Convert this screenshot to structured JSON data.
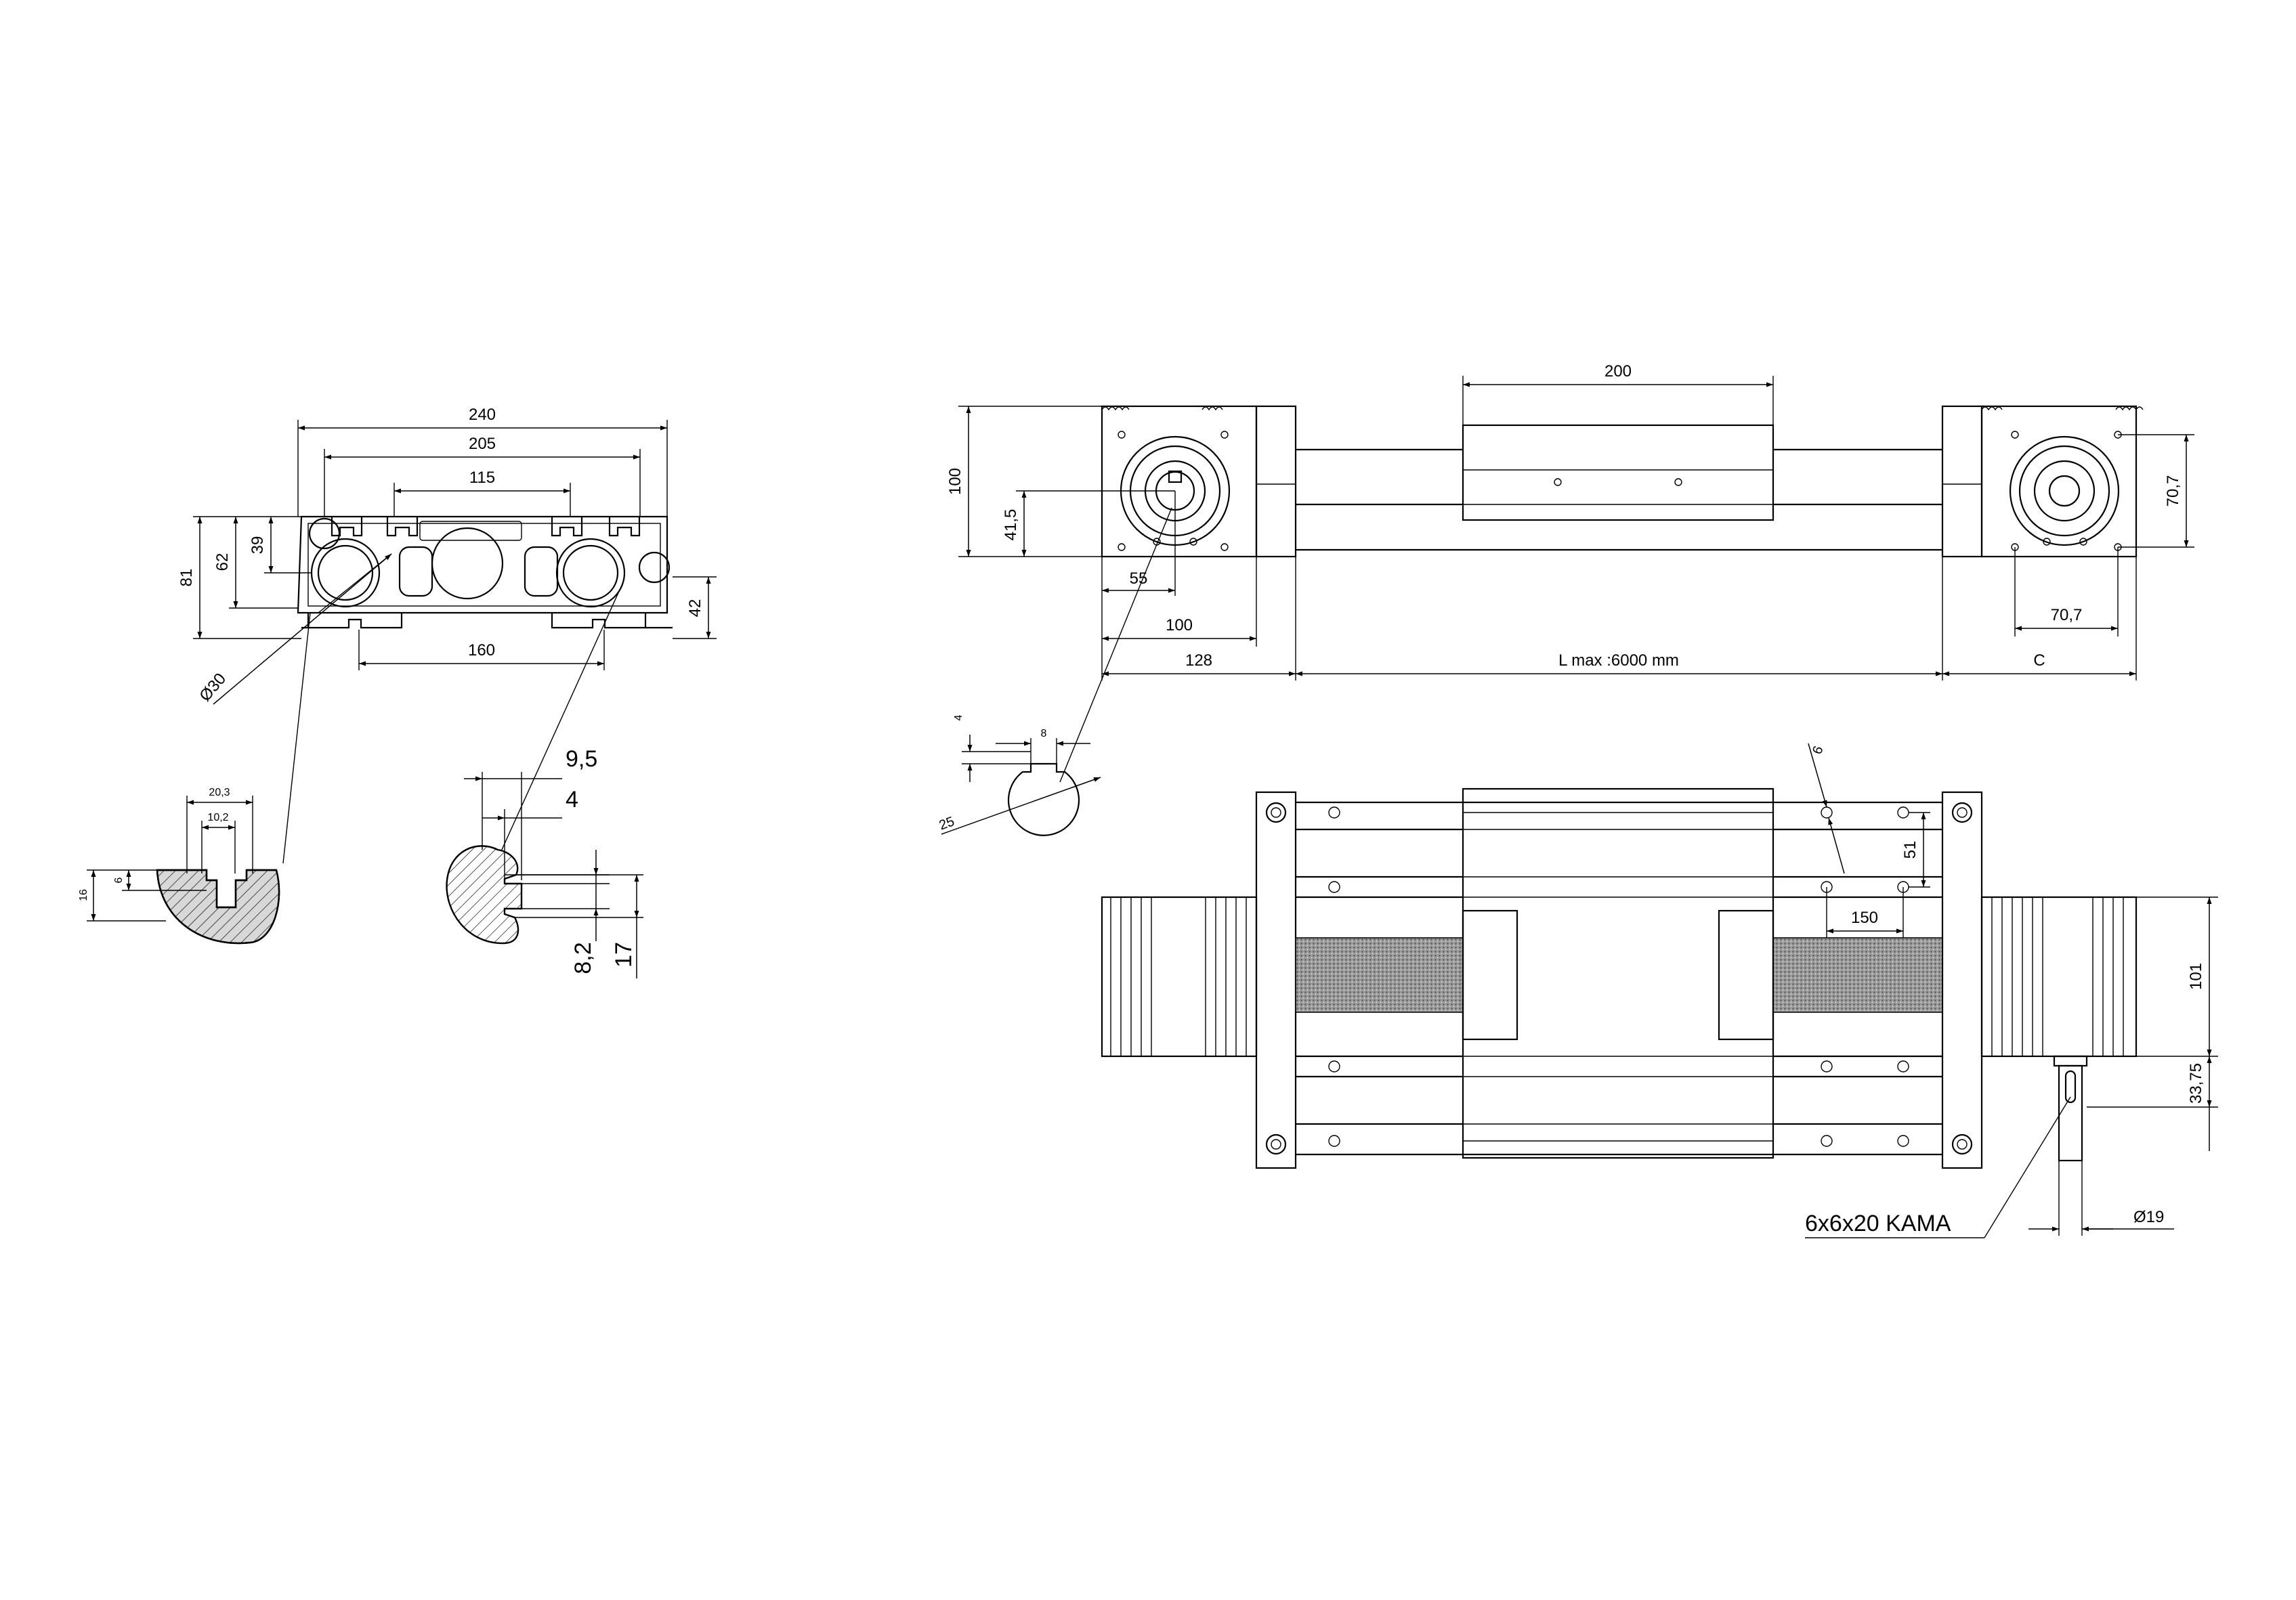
{
  "profile_section": {
    "width_240": "240",
    "width_205": "205",
    "width_115": "115",
    "height_81": "81",
    "height_62": "62",
    "height_39": "39",
    "height_42": "42",
    "spacing_160": "160",
    "dia_30": "Ø30"
  },
  "detail_tslot": {
    "w_20_3": "20,3",
    "w_10_2": "10,2",
    "h_16": "16",
    "h_6": "6"
  },
  "detail_rail": {
    "w_9_5": "9,5",
    "w_4": "4",
    "h_8_2": "8,2",
    "h_17": "17"
  },
  "side_view": {
    "carriage_200": "200",
    "height_100": "100",
    "shaft_41_5": "41,5",
    "shaft_55": "55",
    "width_100": "100",
    "width_128": "128",
    "length": "L max :6000 mm",
    "end_c": "C",
    "bolt_70_7_v": "70,7",
    "bolt_70_7_h": "70,7"
  },
  "key_detail": {
    "h_4": "4",
    "w_8": "8",
    "dia_25": "25"
  },
  "top_view": {
    "hole_6": "6",
    "pitch_51": "51",
    "pitch_150": "150",
    "height_101": "101",
    "shaft_33_75": "33,75",
    "dia_19": "Ø19",
    "key_label": "6x6x20 KAMA"
  }
}
